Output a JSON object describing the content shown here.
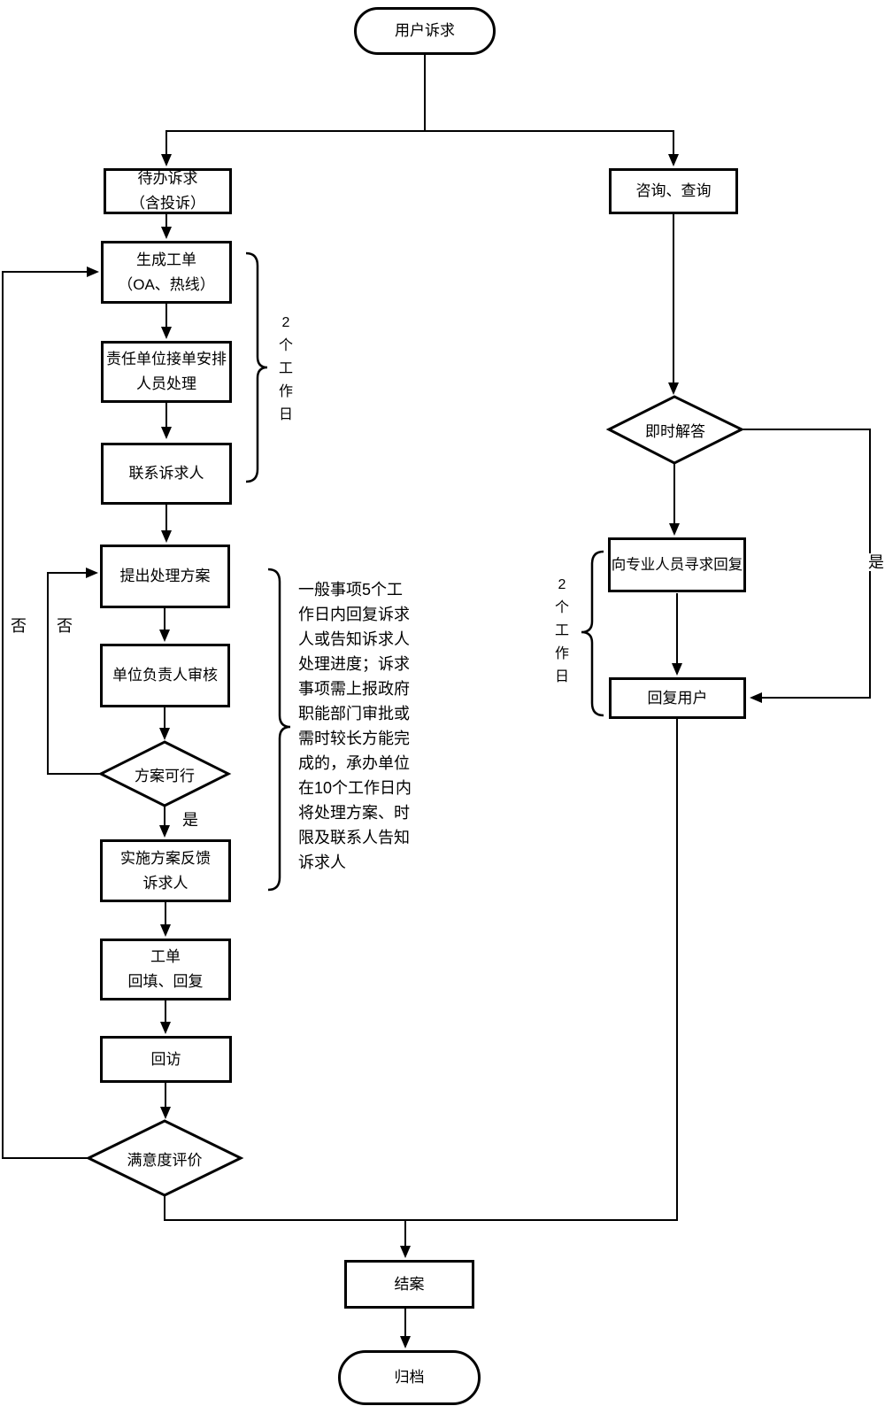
{
  "colors": {
    "stroke": "#000000",
    "background": "#ffffff",
    "text": "#000000"
  },
  "nodes": {
    "start": {
      "label": "用户诉求",
      "shape": "terminator"
    },
    "pending_request": {
      "label": "待办诉求\n（含投诉）",
      "shape": "process"
    },
    "create_ticket": {
      "label": "生成工单\n（OA、热线）",
      "shape": "process"
    },
    "assign_staff": {
      "label": "责任单位接单安排\n人员处理",
      "shape": "process"
    },
    "contact_requester": {
      "label": "联系诉求人",
      "shape": "process"
    },
    "propose_plan": {
      "label": "提出处理方案",
      "shape": "process"
    },
    "leader_review": {
      "label": "单位负责人审核",
      "shape": "process"
    },
    "plan_feasible": {
      "label": "方案可行",
      "shape": "decision"
    },
    "implement_feedback": {
      "label": "实施方案反馈\n诉求人",
      "shape": "process"
    },
    "ticket_reply": {
      "label": "工单\n回填、回复",
      "shape": "process"
    },
    "follow_up_visit": {
      "label": "回访",
      "shape": "process"
    },
    "satisfaction_review": {
      "label": "满意度评价",
      "shape": "decision"
    },
    "close_case": {
      "label": "结案",
      "shape": "process"
    },
    "archive": {
      "label": "归档",
      "shape": "terminator"
    },
    "consult_query": {
      "label": "咨询、查询",
      "shape": "process"
    },
    "instant_answer": {
      "label": "即时解答",
      "shape": "decision"
    },
    "seek_professional_reply": {
      "label": "向专业人员寻求回复",
      "shape": "process"
    },
    "reply_user": {
      "label": "回复用户",
      "shape": "process"
    }
  },
  "edge_labels": {
    "plan_feasible_yes": "是",
    "plan_feasible_no": "否",
    "satisfaction_no": "否",
    "instant_answer_yes": "是"
  },
  "braces": {
    "left_workdays": "2\n个\n工\n作\n日",
    "right_workdays": "2\n个\n工\n作\n日"
  },
  "annotation": "一般事项5个工\n作日内回复诉求\n人或告知诉求人\n处理进度；诉求\n事项需上报政府\n职能部门审批或\n需时较长方能完\n成的，承办单位\n在10个工作日内\n将处理方案、时\n限及联系人告知\n诉求人"
}
